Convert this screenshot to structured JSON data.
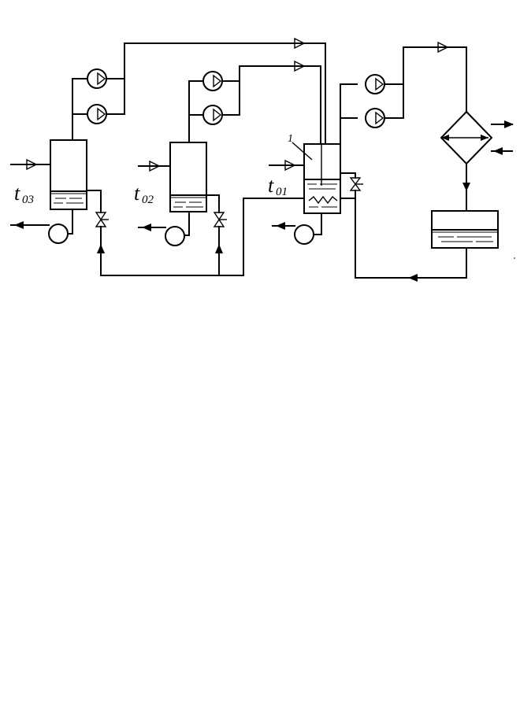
{
  "labels": {
    "stage3": {
      "main": "t",
      "sub": "03"
    },
    "stage2": {
      "main": "t",
      "sub": "02"
    },
    "stage1": {
      "main": "t",
      "sub": "01"
    },
    "marker": "1"
  }
}
